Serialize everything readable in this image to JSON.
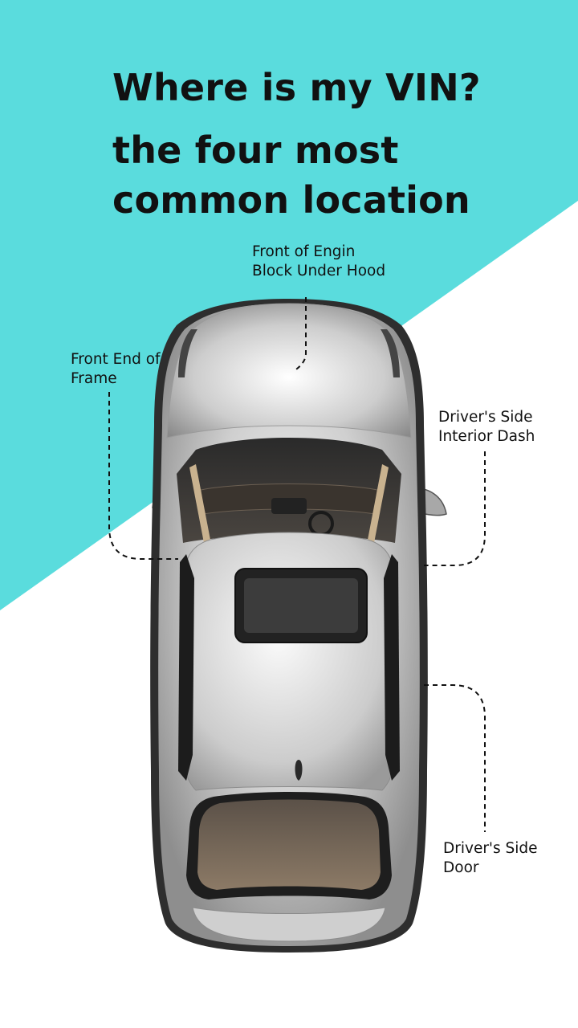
{
  "header": {
    "title": "Where is my VIN?",
    "subtitle_line1": "the four most",
    "subtitle_line2": "common location"
  },
  "locations": [
    {
      "id": "hood",
      "line1": "Front of Engin",
      "line2": "Block Under Hood"
    },
    {
      "id": "frame",
      "line1": "Front End of",
      "line2": "Frame"
    },
    {
      "id": "dash",
      "line1": "Driver's Side",
      "line2": "Interior Dash"
    },
    {
      "id": "door",
      "line1": "Driver's Side",
      "line2": "Door"
    }
  ],
  "colors": {
    "accent": "#5adcdd",
    "background": "#ffffff",
    "text": "#111111",
    "car_body": "#bdbdbd"
  }
}
